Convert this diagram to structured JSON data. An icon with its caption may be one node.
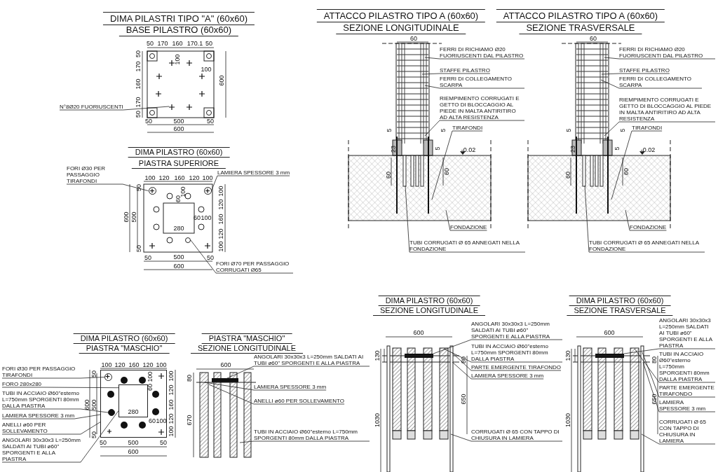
{
  "diagram": {
    "nodes": [
      {
        "text": [
          "N°8Ø20 FUORIUSCENTI"
        ]
      },
      {
        "text": [
          "FORI Ø30 PER PASSAGGIO TIRAFONDI"
        ]
      },
      {
        "text": [
          "LAMIERA SPESSORE 3 mm"
        ]
      },
      {
        "text": [
          "FORI Ø70 PER PASSAGGIO CORRUGATI Ø65"
        ]
      },
      {
        "text": [
          "FERRI DI RICHIAMO Ø20 FUORIUSCENTI DAL PILASTRO"
        ]
      },
      {
        "text": [
          "STAFFE PILASTRO"
        ]
      },
      {
        "text": [
          "FERRI DI COLLEGAMENTO SCARPA"
        ]
      },
      {
        "text": [
          "RIEMPIMENTO CORRUGATI E GETTO DI BLOCCAGGIO AL PIEDE IN MALTA ANTIRITIRO AD ALTA RESISTENZA"
        ]
      },
      {
        "text": [
          "TIRAFONDI"
        ]
      },
      {
        "text": [
          "FONDAZIONE"
        ]
      },
      {
        "text": [
          "TUBI CORRUGATI Ø 65 ANNEGATI NELLA FONDAZIONE"
        ]
      },
      {
        "text": [
          "FERRI DI RICHIAMO Ø20 FUORIUSCENTI DAL PILASTRO"
        ]
      },
      {
        "text": [
          "STAFFE PILASTRO"
        ]
      },
      {
        "text": [
          "FERRI DI COLLEGAMENTO SCARPA"
        ]
      },
      {
        "text": [
          "RIEMPIMENTO CORRUGATI E GETTO DI BLOCCAGGIO AL PIEDE IN MALTA ANTIRITIRO AD ALTA RESISTENZA"
        ]
      },
      {
        "text": [
          "TIRAFONDI"
        ]
      },
      {
        "text": [
          "FONDAZIONE"
        ]
      },
      {
        "text": [
          "TUBI CORRUGATI Ø 65 ANNEGATI NELLA FONDAZIONE"
        ]
      },
      {
        "text": [
          "FORI Ø30 PER PASSAGGIO TIRAFONDI"
        ]
      },
      {
        "text": [
          "FORO 280x280"
        ]
      },
      {
        "text": [
          "TUBI IN ACCIAIO Ø60\"esterno L=750mm SPORGENTI 80mm DALLA PIASTRA"
        ]
      },
      {
        "text": [
          "LAMIERA SPESSORE 3 mm"
        ]
      },
      {
        "text": [
          "ANELLI ø60 PER SOLLEVAMENTO"
        ]
      },
      {
        "text": [
          "ANGOLARI 30x30x3 L=250mm SALDATI AI TUBI ø60\" SPORGENTI E ALLA PIASTRA"
        ]
      },
      {
        "text": [
          "ANGOLARI 30x30x3 L=250mm SALDATI AI TUBI ø60\" SPORGENTI E ALLA PIASTRA"
        ]
      },
      {
        "text": [
          "LAMIERA SPESSORE 3 mm"
        ]
      },
      {
        "text": [
          "ANELLI ø60 PER SOLLEVAMENTO"
        ]
      },
      {
        "text": [
          "TUBI IN ACCIAIO Ø60\"esterno L=750mm SPORGENTI 80mm DALLA PIASTRA"
        ]
      },
      {
        "text": [
          "ANGOLARI 30x30x3 L=250mm SALDATI AI TUBI ø60\" SPORGENTI E ALLA PIASTRA"
        ]
      },
      {
        "text": [
          "TUBI IN ACCIAIO Ø60\"esterno L=750mm SPORGENTI 80mm DALLA PIASTRA"
        ]
      },
      {
        "text": [
          "PARTE EMERGENTE TIRAFONDO"
        ]
      },
      {
        "text": [
          "LAMIERA SPESSORE 3 mm"
        ]
      },
      {
        "text": [
          "CORRUGATI Ø 65 CON TAPPO DI CHIUSURA IN LAMIERA"
        ]
      },
      {
        "text": [
          "ANGOLARI 30x30x3 L=250mm SALDATI AI TUBI ø60\" SPORGENTI E ALLA PIASTRA"
        ]
      },
      {
        "text": [
          "TUBI IN ACCIAIO Ø60\"esterno L=750mm SPORGENTI 80mm DALLA PIASTRA"
        ]
      },
      {
        "text": [
          "PARTE EMERGENTE TIRAFONDO"
        ]
      },
      {
        "text": [
          "LAMIERA SPESSORE 3 mm"
        ]
      },
      {
        "text": [
          "CORRUGATI Ø 65 CON TAPPO DI CHIUSURA IN LAMIERA"
        ]
      },
      {
        "text": [],
        "shape": "box"
      },
      {
        "text": [
          "280"
        ],
        "in": 38
      },
      {
        "text": [],
        "shape": "circle",
        "in": 38
      },
      {
        "text": [],
        "shape": "circle",
        "in": 38
      },
      {
        "text": [],
        "shape": "circle"
      },
      {
        "text": [],
        "shape": "circle"
      },
      {
        "text": [],
        "shape": "circle"
      }
    ],
    "edges": [
      {
        "from": 0,
        "to": null,
        "arrow": "none"
      },
      {
        "from": 1,
        "to": 43,
        "arrow": "none"
      },
      {
        "from": 2,
        "to": 44,
        "arrow": "none"
      },
      {
        "from": 3,
        "to": 42,
        "arrow": "none"
      },
      {
        "from": 4,
        "to": null,
        "arrow": "none"
      },
      {
        "from": 5,
        "to": null,
        "arrow": "none"
      },
      {
        "from": 6,
        "to": null,
        "arrow": "none"
      },
      {
        "from": 7,
        "to": null,
        "arrow": "none"
      },
      {
        "from": 8,
        "to": null,
        "arrow": "none"
      },
      {
        "from": 9,
        "to": null,
        "arrow": "none"
      },
      {
        "from": 10,
        "to": null,
        "arrow": "none"
      },
      {
        "from": 11,
        "to": null,
        "arrow": "none"
      },
      {
        "from": 12,
        "to": null,
        "arrow": "none"
      },
      {
        "from": 13,
        "to": null,
        "arrow": "none"
      },
      {
        "from": 14,
        "to": null,
        "arrow": "none"
      },
      {
        "from": 15,
        "to": null,
        "arrow": "none"
      },
      {
        "from": 16,
        "to": null,
        "arrow": "none"
      },
      {
        "from": 17,
        "to": null,
        "arrow": "none"
      },
      {
        "from": 18,
        "to": 40,
        "arrow": "none"
      },
      {
        "from": 19,
        "to": 39,
        "arrow": "none"
      },
      {
        "from": 20,
        "to": 41,
        "arrow": "none"
      },
      {
        "from": 21,
        "to": 38,
        "arrow": "none"
      },
      {
        "from": 22,
        "to": 38,
        "arrow": "none"
      },
      {
        "from": 23,
        "to": 39,
        "arrow": "none"
      },
      {
        "from": 24,
        "to": null,
        "arrow": "none"
      },
      {
        "from": 25,
        "to": null,
        "arrow": "none"
      },
      {
        "from": 26,
        "to": null,
        "arrow": "none"
      },
      {
        "from": 27,
        "to": null,
        "arrow": "none"
      },
      {
        "from": 28,
        "to": null,
        "arrow": "none"
      },
      {
        "from": 29,
        "to": null,
        "arrow": "none"
      },
      {
        "from": 30,
        "to": null,
        "arrow": "none"
      },
      {
        "from": 31,
        "to": null,
        "arrow": "none"
      },
      {
        "from": 32,
        "to": null,
        "arrow": "none"
      },
      {
        "from": 33,
        "to": null,
        "arrow": "none"
      },
      {
        "from": 34,
        "to": null,
        "arrow": "none"
      },
      {
        "from": 35,
        "to": null,
        "arrow": "none"
      },
      {
        "from": 36,
        "to": null,
        "arrow": "none"
      },
      {
        "from": 37,
        "to": null,
        "arrow": "none"
      }
    ],
    "labels": [
      "DIMA PILASTRI TIPO \"A\" (60x60)",
      "BASE PILASTRO (60x60)",
      "50",
      "170",
      "160",
      "170.1",
      "50",
      "50",
      "170",
      "160",
      "170",
      "50",
      "100",
      "100",
      "600",
      "50",
      "500",
      "50",
      "600",
      "DIMA PILASTRO (60x60)",
      "PIASTRA SUPERIORE",
      "100",
      "120",
      "160",
      "120",
      "100",
      "600",
      "500",
      "50",
      "50",
      "100",
      "60",
      "60",
      "100",
      "280",
      "100",
      "120",
      "160",
      "120",
      "100",
      "50",
      "500",
      "50",
      "600",
      "ATTACCO PILASTRO TIPO A (60x60)",
      "SEZIONE LONGITUDINALE",
      "60",
      "5",
      "5",
      "23",
      "5",
      "-0.02",
      "60",
      "60",
      "ATTACCO PILASTRO TIPO A (60x60)",
      "SEZIONE TRASVERSALE",
      "60",
      "5",
      "5",
      "23",
      "5",
      "-0.02",
      "60",
      "60",
      "DIMA PILASTRO (60x60)",
      "PIASTRA \"MASCHIO\"",
      "100",
      "120",
      "160",
      "120",
      "100",
      "600",
      "500",
      "50",
      "50",
      "100",
      "60",
      "60",
      "100",
      "100",
      "120",
      "160",
      "120",
      "100",
      "50",
      "500",
      "50",
      "600",
      "PIASTRA \"MASCHIO\"",
      "SEZIONE LONGITUDINALE",
      "600",
      "80",
      "670",
      "DIMA PILASTRO (60x60)",
      "SEZIONE LONGITUDINALE",
      "600",
      "130",
      "80",
      "650",
      "1030",
      "DIMA PILASTRO (60x60)",
      "SEZIONE TRASVERSALE",
      "600",
      "130",
      "80",
      "650",
      "1030"
    ]
  }
}
